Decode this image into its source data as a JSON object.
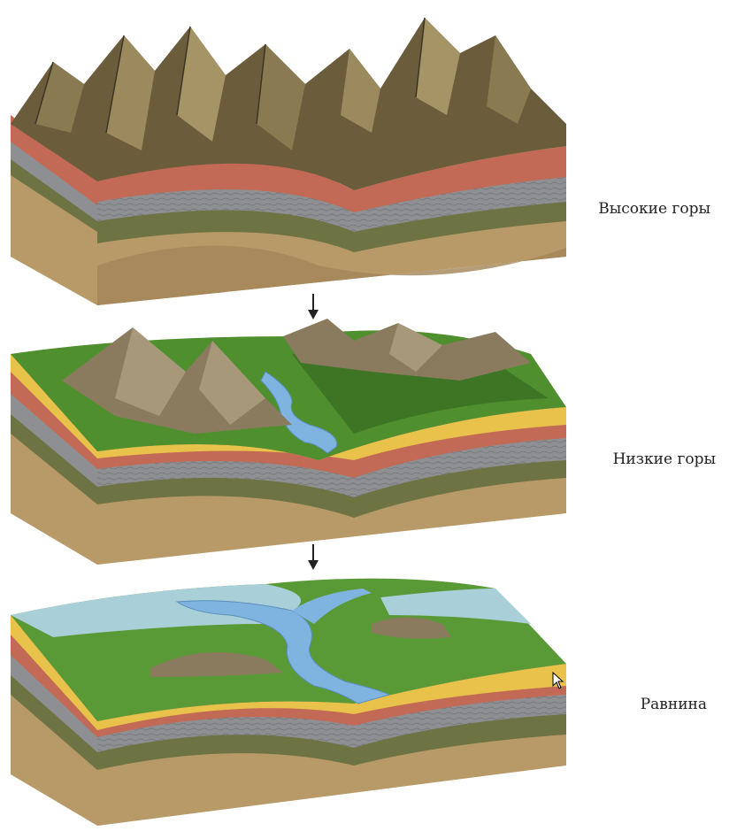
{
  "stages": [
    {
      "label": "Высокие горы"
    },
    {
      "label": "Низкие горы"
    },
    {
      "label": "Равнина"
    }
  ],
  "icons": {
    "arrow": "arrow-down-icon",
    "cursor": "mouse-pointer-icon"
  },
  "colors": {
    "rock_red": "#c26a55",
    "rock_gray": "#8d8f92",
    "rock_olive": "#6e7344",
    "rock_tan": "#b89a68",
    "sand": "#e8c24a",
    "grass": "#4f8f2e",
    "water": "#7fb4e0",
    "mountain": "#6b5c3c"
  }
}
